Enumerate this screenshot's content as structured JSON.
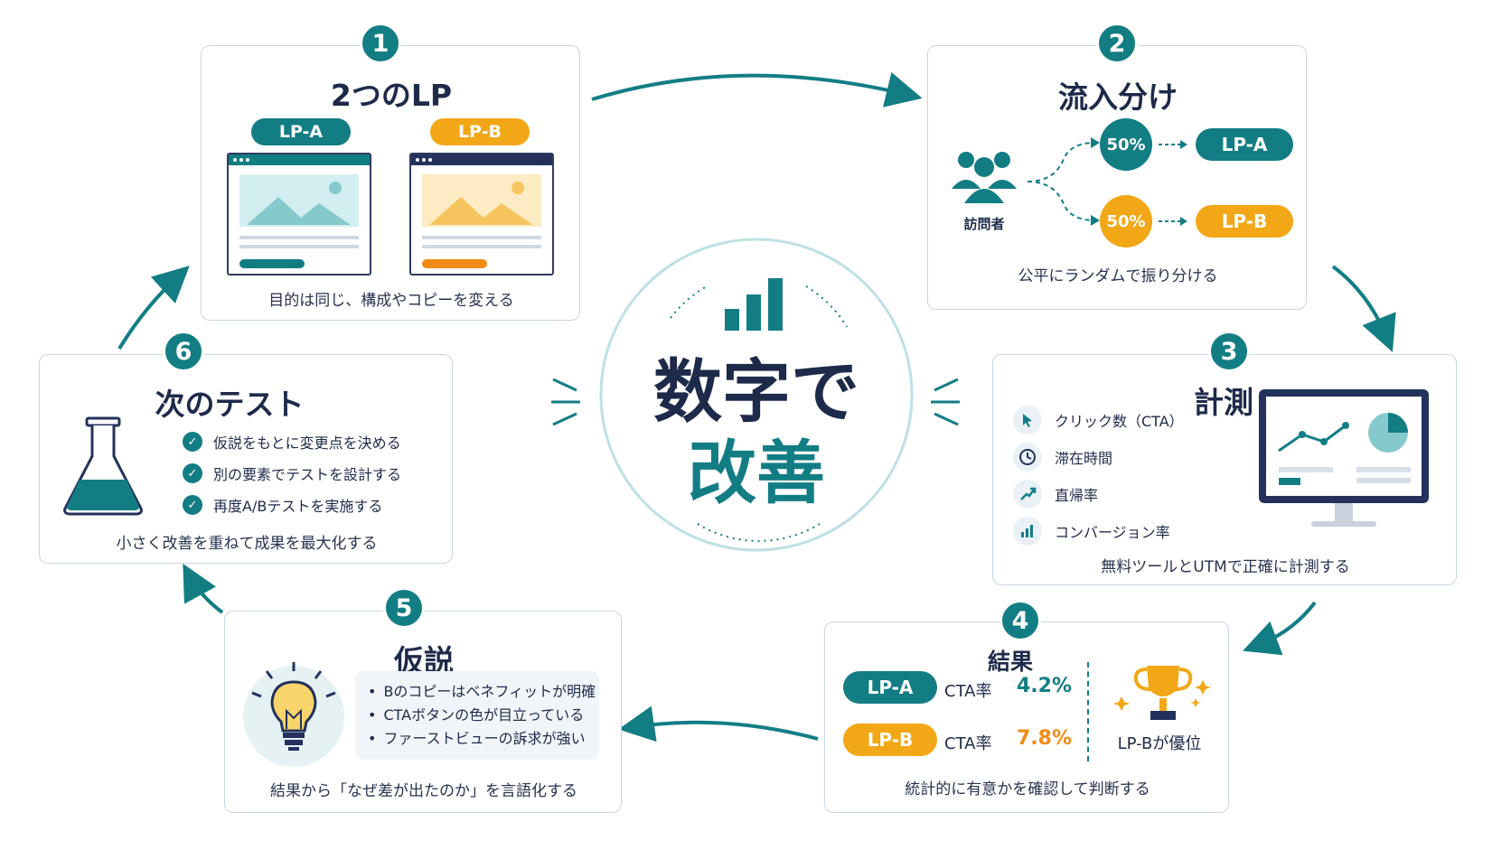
{
  "center": {
    "line1": "数字で",
    "line2": "改善"
  },
  "steps": {
    "s1": {
      "num": "1",
      "title": "2つのLP",
      "pill_a": "LP-A",
      "pill_b": "LP-B",
      "caption": "目的は同じ、構成やコピーを変える"
    },
    "s2": {
      "num": "2",
      "title": "流入分け",
      "visitor": "訪問者",
      "pct_a": "50%",
      "pct_b": "50%",
      "lp_a": "LP-A",
      "lp_b": "LP-B",
      "caption": "公平にランダムで振り分ける"
    },
    "s3": {
      "num": "3",
      "title": "計測",
      "metrics": [
        "クリック数（CTA）",
        "滞在時間",
        "直帰率",
        "コンバージョン率"
      ],
      "caption": "無料ツールとUTMで正確に計測する"
    },
    "s4": {
      "num": "4",
      "title": "結果",
      "lp_a": "LP-A",
      "lp_b": "LP-B",
      "cta_label": "CTA率",
      "rate_a": "4.2%",
      "rate_b": "7.8%",
      "winner": "LP-Bが優位",
      "caption": "統計的に有意かを確認して判断する"
    },
    "s5": {
      "num": "5",
      "title": "仮説",
      "bullets": [
        "Bのコピーはベネフィットが明確",
        "CTAボタンの色が目立っている",
        "ファーストビューの訴求が強い"
      ],
      "caption": "結果から「なぜ差が出たのか」を言語化する"
    },
    "s6": {
      "num": "6",
      "title": "次のテスト",
      "checks": [
        "仮説をもとに変更点を決める",
        "別の要素でテストを設計する",
        "再度A/Bテストを実施する"
      ],
      "caption": "小さく改善を重ねて成果を最大化する"
    }
  },
  "colors": {
    "teal": "#137d84",
    "orange": "#f2a716",
    "navy": "#1e2a4a",
    "border": "#c9d5e3"
  },
  "icons": [
    "people-icon",
    "cursor-icon",
    "clock-icon",
    "trend-up-icon",
    "bar-chart-icon",
    "monitor-icon",
    "trophy-icon",
    "lightbulb-icon",
    "flask-icon",
    "check-icon"
  ]
}
